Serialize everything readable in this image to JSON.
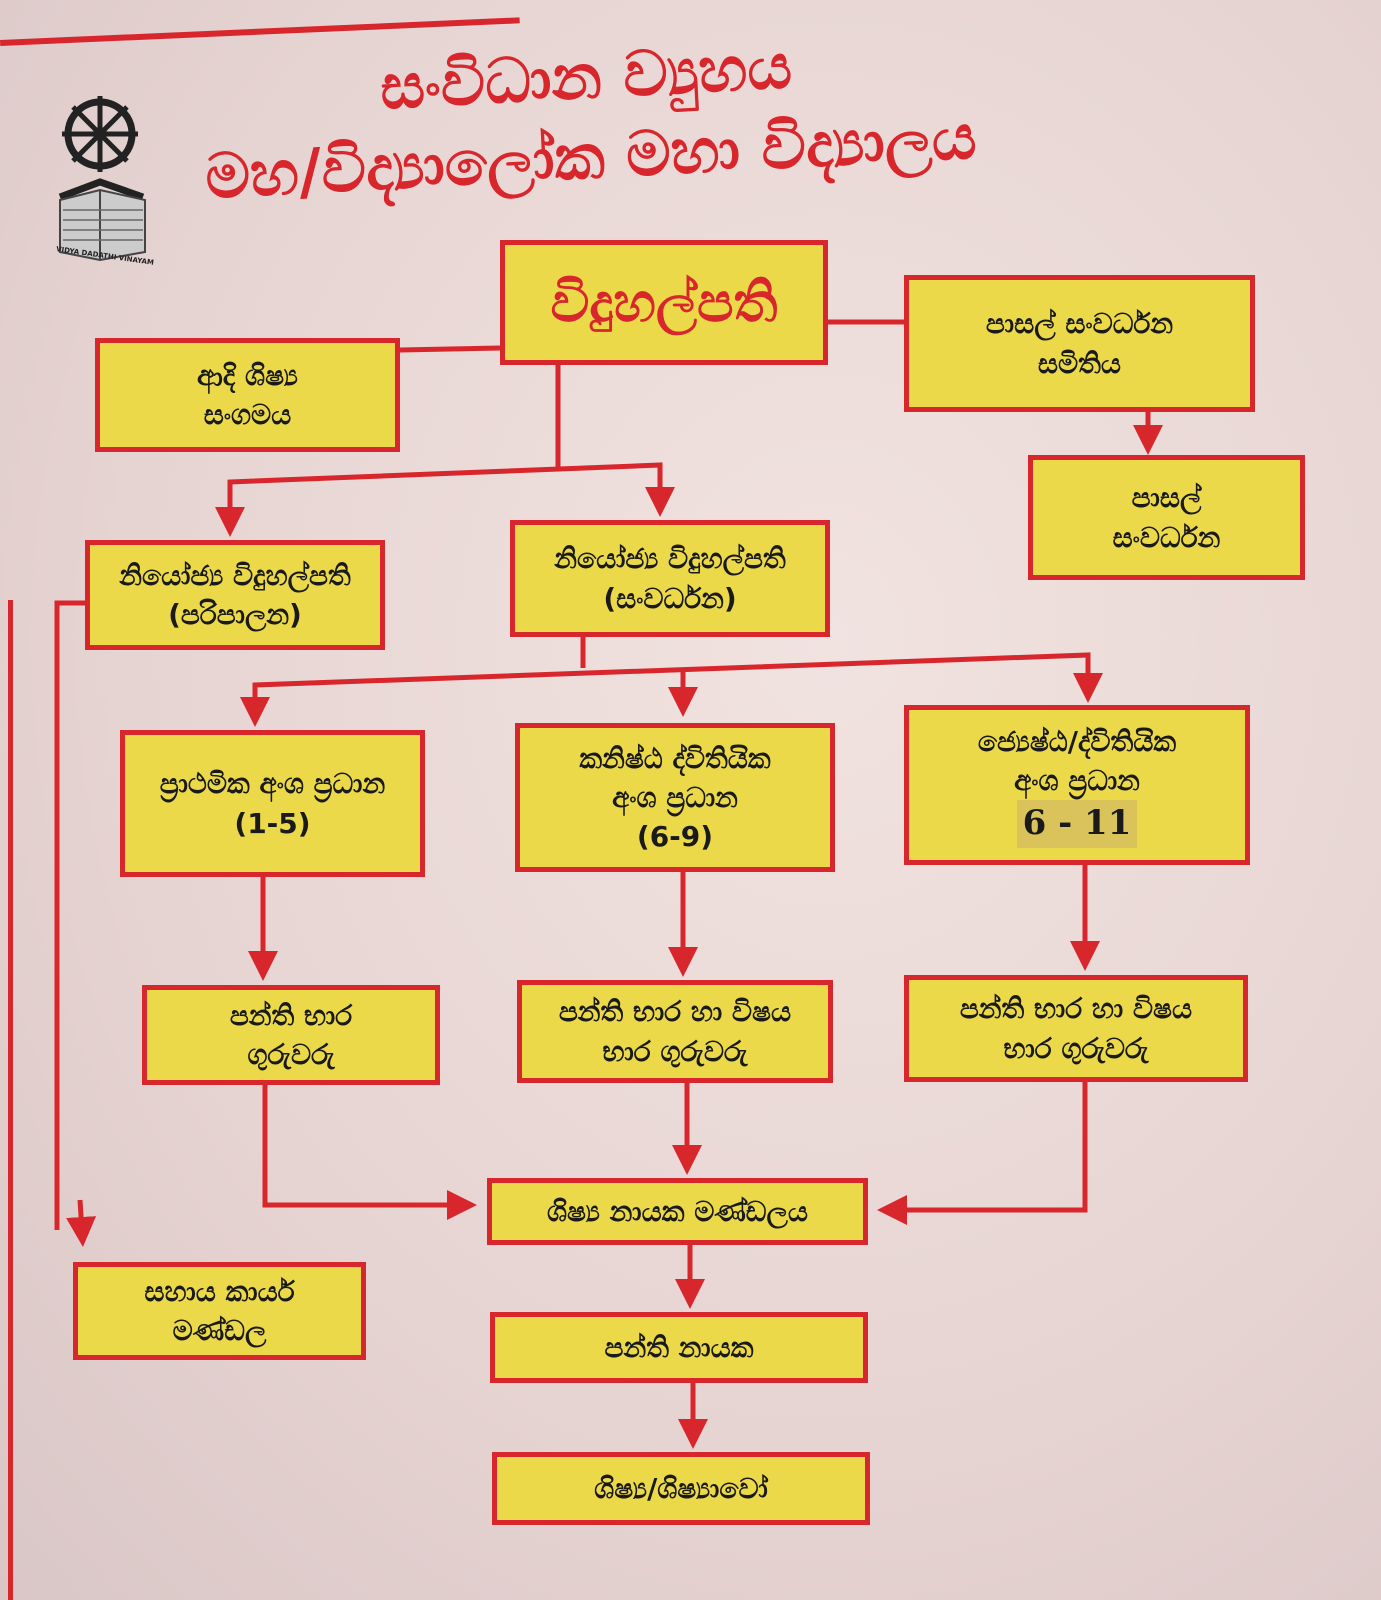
{
  "title": {
    "line1": "සංවිධාන ව්‍යුහය",
    "line2": "මහ/විද්‍යාලෝක මහා විද්‍යාලය"
  },
  "logo": {
    "motto": "VIDYA DADATHI VINAYAM"
  },
  "colors": {
    "accent": "#d8262d",
    "box_fill": "#ebd94a",
    "background": "#e8d8d6"
  },
  "boxes": {
    "principal": "විදුහල්පති",
    "old_students": {
      "l1": "ආදි ශිෂ්‍ය",
      "l2": "සංගමය"
    },
    "sds": {
      "l1": "පාසල් සංවර්ධන",
      "l2": "සමිතිය"
    },
    "school_dev": {
      "l1": "පාසල්",
      "l2": "සංවර්ධන"
    },
    "dp_admin": {
      "l1": "නියෝජ්‍ය විදුහල්පති",
      "l2": "(පරිපාලන)"
    },
    "dp_dev": {
      "l1": "නියෝජ්‍ය විදුහල්පති",
      "l2": "(සංවර්ධන)"
    },
    "primary": {
      "l1": "ප්‍රාථමික අංශ ප්‍රධාන",
      "l2": "(1-5)"
    },
    "junior": {
      "l1": "කනිෂ්ඨ ද්විතියික",
      "l2": "අංශ ප්‍රධාන",
      "l3": "(6-9)"
    },
    "senior": {
      "l1": "ජ්‍යෙෂ්ඨ/ද්විතියික",
      "l2": "අංශ ප්‍රධාන",
      "l3": "6 - 11"
    },
    "class_teachers": {
      "l1": "පන්ති භාර",
      "l2": "ගුරුවරු"
    },
    "teachers_junior": {
      "l1": "පන්ති භාර හා  විෂය",
      "l2": "භාර ගුරුවරු"
    },
    "teachers_senior": {
      "l1": "පන්ති භාර හා  විෂය",
      "l2": "භාර ගුරුවරු"
    },
    "prefects": "ශිෂ්‍ය නායක මණ්ඩලය",
    "support_staff": {
      "l1": "සහාය කාර්ය",
      "l2": "මණ්ඩල"
    },
    "class_monitors": "පන්ති නායක",
    "students": "ශිෂ්‍ය/ශිෂ්‍යාවෝ"
  }
}
